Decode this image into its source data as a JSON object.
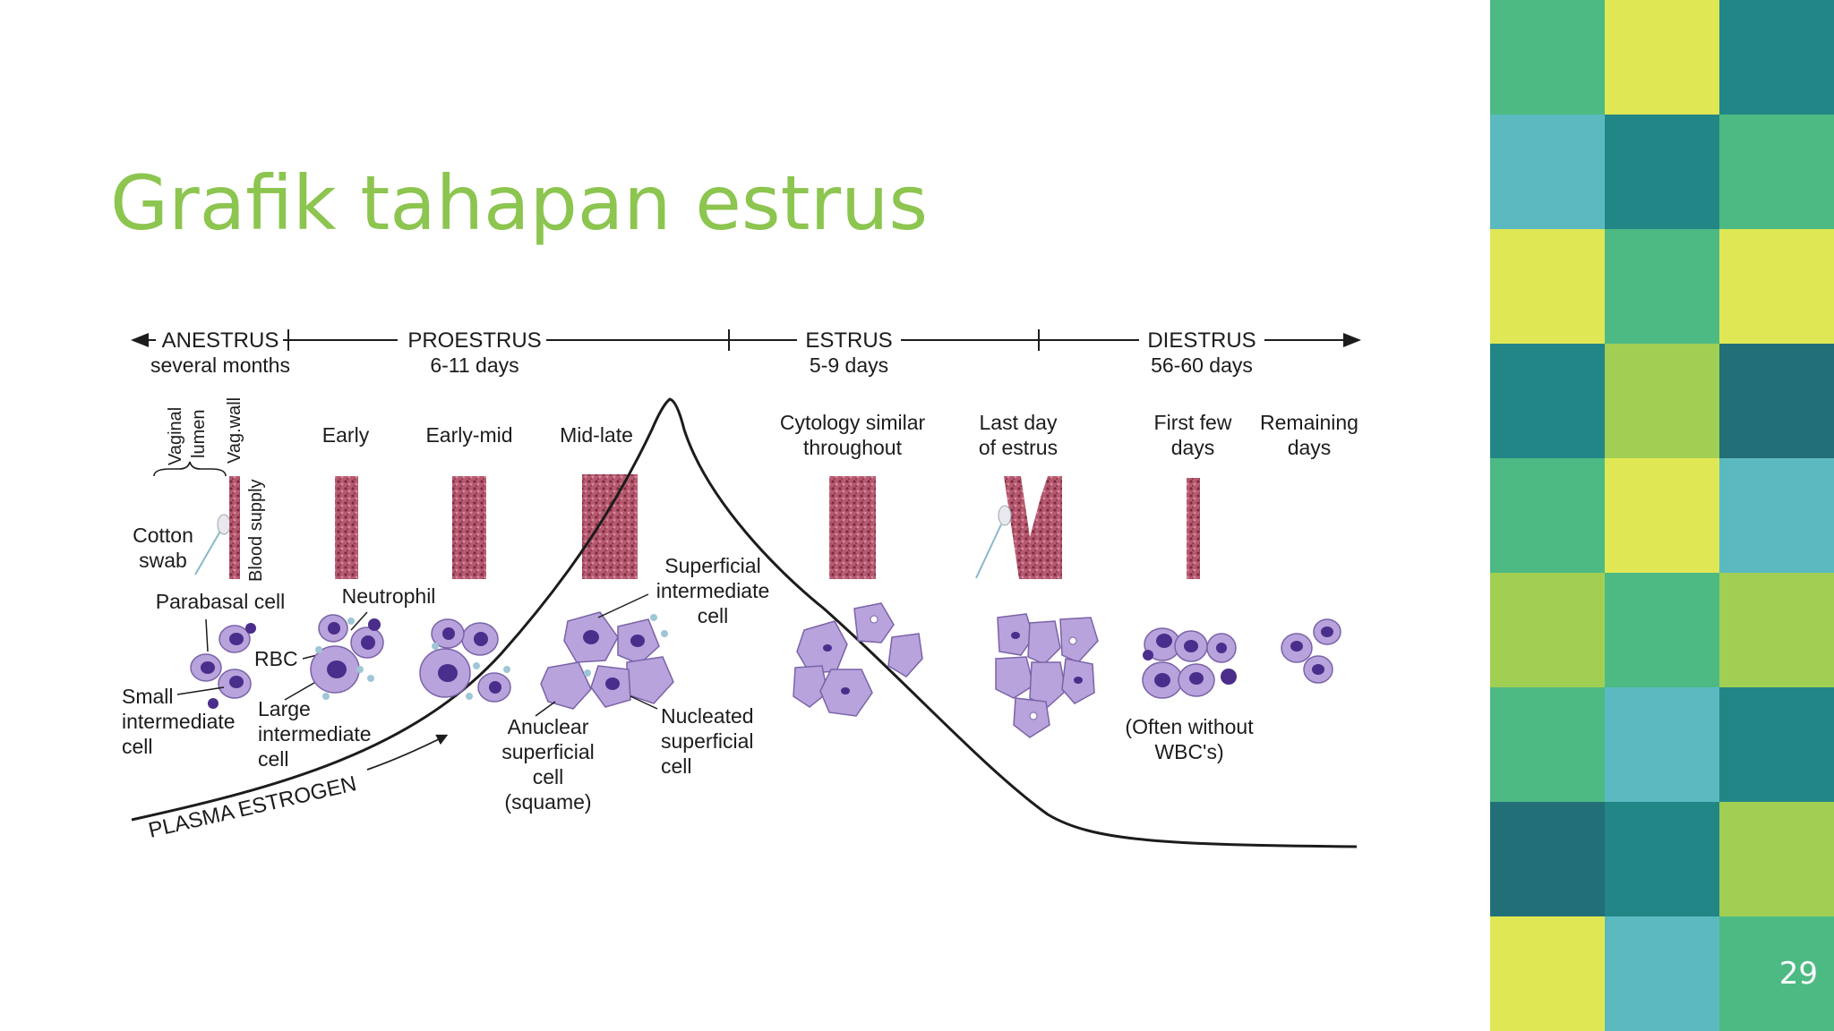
{
  "slide": {
    "title": "Grafik tahapan estrus",
    "page_number": "29"
  },
  "diagram": {
    "phases": [
      {
        "name": "ANESTRUS",
        "duration": "several months"
      },
      {
        "name": "PROESTRUS",
        "duration": "6-11 days"
      },
      {
        "name": "ESTRUS",
        "duration": "5-9 days"
      },
      {
        "name": "DIESTRUS",
        "duration": "56-60 days"
      }
    ],
    "anatomy_labels": {
      "vaginal_lumen_1": "Vaginal",
      "vaginal_lumen_2": "lumen",
      "vag_wall": "Vag.wall",
      "blood_supply": "Blood supply",
      "swab_1": "Cotton",
      "swab_2": "swab"
    },
    "stages": {
      "early": "Early",
      "early_mid": "Early-mid",
      "mid_late": "Mid-late",
      "cytology_1": "Cytology similar",
      "cytology_2": "throughout",
      "last_day_1": "Last day",
      "last_day_2": "of estrus",
      "first_few_1": "First few",
      "first_few_2": "days",
      "remaining_1": "Remaining",
      "remaining_2": "days"
    },
    "cell_labels": {
      "parabasal": "Parabasal cell",
      "neutrophil": "Neutrophil",
      "rbc": "RBC",
      "small_1": "Small",
      "small_2": "intermediate",
      "small_3": "cell",
      "large_1": "Large",
      "large_2": "intermediate",
      "large_3": "cell",
      "superficial_1": "Superficial",
      "superficial_2": "intermediate",
      "superficial_3": "cell",
      "anuclear_1": "Anuclear",
      "anuclear_2": "superficial",
      "anuclear_3": "cell",
      "anuclear_4": "(squame)",
      "nucleated_1": "Nucleated",
      "nucleated_2": "superficial",
      "nucleated_3": "cell",
      "without_wbc_1": "(Often without",
      "without_wbc_2": "WBC's)"
    },
    "curve_label": "PLASMA ESTROGEN"
  },
  "colors": {
    "title": "#8cc54f",
    "tissue": "#a8435a",
    "cell_body": "#b8a3dc",
    "cell_nucleus": "#4b2d8c",
    "tiles": [
      "#4dba84",
      "#dfe854",
      "#238686",
      "#5bbac0",
      "#a1cf53",
      "#236f77"
    ]
  }
}
